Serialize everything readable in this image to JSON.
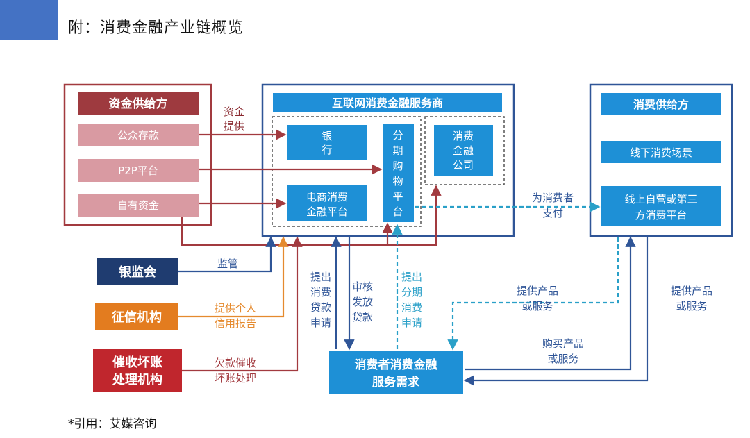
{
  "header": {
    "title": "附：消费金融产业链概览"
  },
  "footer": {
    "citation": "*引用：艾媒咨询"
  },
  "diagram": {
    "funds_supplier": {
      "title": "资金供给方",
      "items": [
        "公众存款",
        "P2P平台",
        "自有资金"
      ]
    },
    "service_provider": {
      "title": "互联网消费金融服务商",
      "bank": [
        "银",
        "行"
      ],
      "ecommerce": [
        "电商消费",
        "金融平台"
      ],
      "installment": [
        "分",
        "期",
        "购",
        "物",
        "平",
        "台"
      ],
      "consumer_finance_co": [
        "消费",
        "金融",
        "公司"
      ]
    },
    "consumption_supplier": {
      "title": "消费供给方",
      "offline": "线下消费场景",
      "online": [
        "线上自营或第三",
        "方消费平台"
      ]
    },
    "regulators": {
      "cbrc": "银监会",
      "credit": "征信机构",
      "collection": [
        "催收坏账",
        "处理机构"
      ]
    },
    "consumer": [
      "消费者消费金融",
      "服务需求"
    ],
    "edge_labels": {
      "funds": [
        "资金",
        "提供"
      ],
      "pay": [
        "为消费者",
        "支付"
      ],
      "supervise": "监管",
      "credit_report": [
        "提供个人",
        "信用报告"
      ],
      "collect": [
        "欠款催收",
        "坏账处理"
      ],
      "loan_apply": [
        "提出",
        "消费",
        "贷款",
        "申请"
      ],
      "review": [
        "审核",
        "发放",
        "贷款"
      ],
      "installment_apply": [
        "提出",
        "分期",
        "消费",
        "申请"
      ],
      "provide_mid": [
        "提供产品",
        "或服务"
      ],
      "provide_right": [
        "提供产品",
        "或服务"
      ],
      "buy": [
        "购买产品",
        "或服务"
      ]
    }
  }
}
